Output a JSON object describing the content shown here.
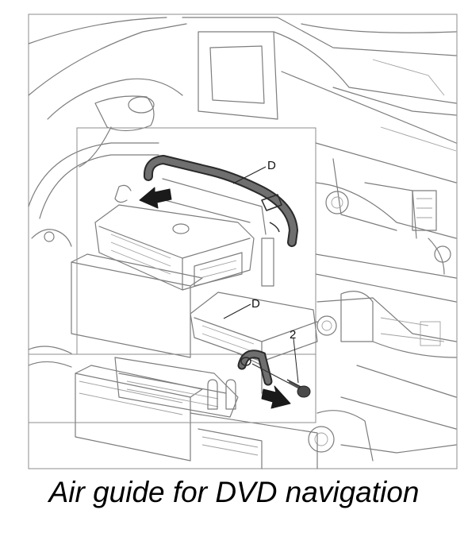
{
  "caption": "Air guide for DVD navigation",
  "callouts": {
    "part_d_upper": "D",
    "part_d_lower": "D",
    "bolt_2": "2"
  },
  "icons": [
    "arrow-left-icon",
    "arrow-right-icon"
  ]
}
